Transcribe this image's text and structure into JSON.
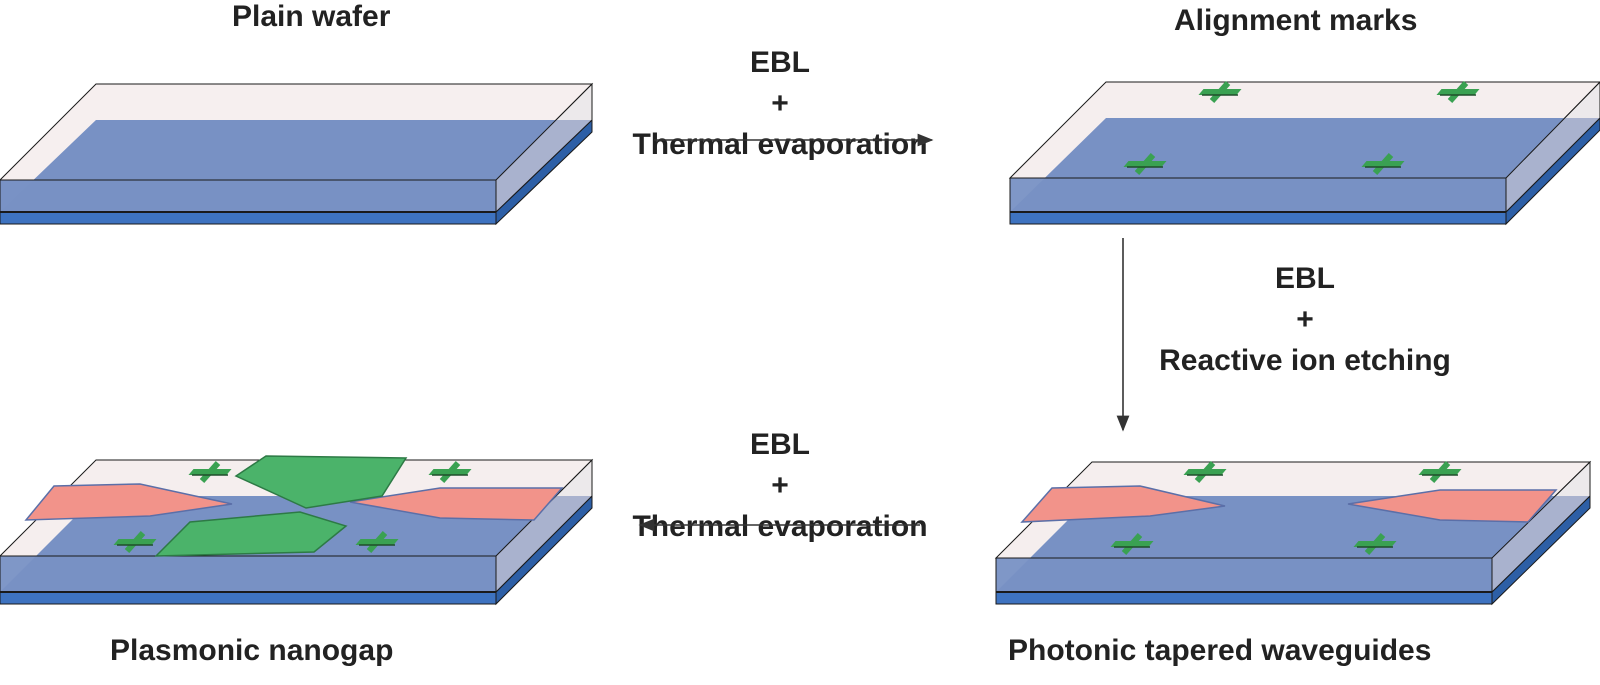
{
  "stages": {
    "plain_wafer": "Plain wafer",
    "alignment_marks": "Alignment marks",
    "photonic_tapered_waveguides": "Photonic tapered waveguides",
    "plasmonic_nanogap": "Plasmonic nanogap"
  },
  "steps": {
    "step1": {
      "line1": "EBL",
      "line2": "+",
      "line3": "Thermal evaporation"
    },
    "step2": {
      "line1": "EBL",
      "line2": "+",
      "line3": "Reactive ion etching"
    },
    "step3": {
      "line1": "EBL",
      "line2": "+",
      "line3": "Thermal evaporation"
    }
  },
  "colors": {
    "wafer_top": "#7891c4",
    "wafer_layer": "#3e73c0",
    "cladding": "#f4ecec",
    "alignment_mark": "#3aa152",
    "waveguide": "#f2938a",
    "nanogap_metal": "#4bb36a"
  }
}
